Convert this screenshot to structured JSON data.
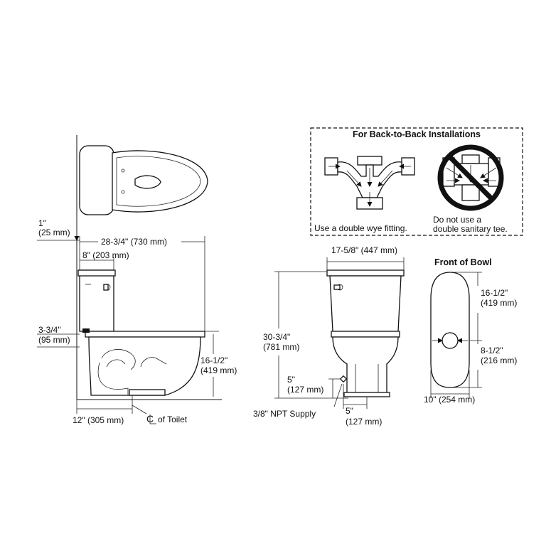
{
  "side_view": {
    "wall_offset": [
      "1\"",
      "(25 mm)"
    ],
    "overall_depth": "28-3/4\" (730 mm)",
    "tank_depth": "8\" (203 mm)",
    "tank_clearance": [
      "3-3/4\"",
      "(95 mm)"
    ],
    "seat_height": [
      "16-1/2\"",
      "(419 mm)"
    ],
    "rough_in": "12\" (305 mm)",
    "centerline_label": "of Toilet"
  },
  "back_to_back": {
    "title": "For Back-to-Back Installations",
    "ok_caption": "Use a double wye fitting.",
    "no_caption": [
      "Do not use a",
      "double sanitary tee."
    ]
  },
  "front_view": {
    "width": "17-5/8\" (447 mm)",
    "overall_height": [
      "30-3/4\"",
      "(781 mm)"
    ],
    "supply_height": [
      "5\"",
      "(127 mm)"
    ],
    "supply_label": "3/8\" NPT Supply",
    "supply_offset": [
      "5\"",
      "(127 mm)"
    ]
  },
  "front_of_bowl": {
    "title": "Front of Bowl",
    "upper": [
      "16-1/2\"",
      "(419 mm)"
    ],
    "lower": [
      "8-1/2\"",
      "(216 mm)"
    ],
    "width": "10\" (254 mm)"
  }
}
